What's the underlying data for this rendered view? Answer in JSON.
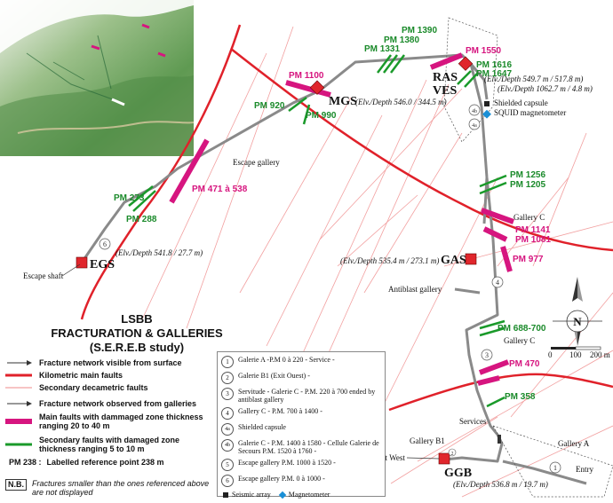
{
  "title": [
    "LSBB",
    "FRACTURATION & GALLERIES",
    "(S.E.R.E.B study)"
  ],
  "sites": {
    "mgs": {
      "name": "MGS",
      "elv": "(Elv./Depth 546.0 / 344.5 m)"
    },
    "rasves": {
      "name1": "RAS",
      "name2": "VES",
      "elv1": "(Elv./Depth 549.7 m / 517.8 m)",
      "elv2": "(Elv./Depth 1062.7 m / 4.8 m)"
    },
    "egs": {
      "name": "EGS",
      "elv": "(Elv./Depth 541.8 / 27.7 m)"
    },
    "gas": {
      "name": "GAS",
      "elv": "(Elv./Depth 535.4 m / 273.1 m)"
    },
    "ggb": {
      "name": "GGB",
      "elv": "(Elv./Depth 536.8 m / 19.7 m)"
    }
  },
  "pm_main": {
    "pm1100": "PM 1100",
    "pm1550": "PM 1550",
    "pm471": "PM 471 à 538",
    "pm1141": "PM 1141",
    "pm1081": "PM 1081",
    "pm977": "PM 977",
    "pm470": "PM 470"
  },
  "pm_secondary": {
    "pm1390": "PM 1390",
    "pm1380": "PM 1380",
    "pm1331": "PM 1331",
    "pm1616": "PM 1616",
    "pm1647": "PM 1647",
    "pm920": "PM 920",
    "pm990": "PM 990",
    "pm273": "PM 273",
    "pm288": "PM 288",
    "pm1256": "PM 1256",
    "pm1205": "PM 1205",
    "pm688": "PM 688-700",
    "pm358": "PM 358"
  },
  "map_labels": {
    "escape_gallery": "Escape gallery",
    "escape_shaft": "Escape shaft",
    "gallery_c1": "Gallery C",
    "gallery_c2": "Gallery C",
    "antiblast": "Antiblast gallery",
    "services": "Services",
    "gallery_b1": "Gallery B1",
    "gallery_a": "Gallery A",
    "exit_west": "Exit West",
    "entry": "Entry",
    "shielded": "Shielded capsule",
    "squid": "SQUID magnetometer",
    "north": "N"
  },
  "circle_nums": {
    "n1": "1",
    "n2": "2",
    "n3": "3",
    "n4": "4",
    "n4a": "4a",
    "n4b": "4b",
    "n5": "5",
    "n6": "6"
  },
  "scale": {
    "s0": "0",
    "s100": "100",
    "s200": "200 m"
  },
  "legend": {
    "surface_header": "Fracture network visible from surface",
    "km_faults": "Kilometric main faults",
    "decametric": "Secondary decametric faults",
    "gallery_header": "Fracture network observed from galleries",
    "main_faults": "Main faults with dammaged zone thickness ranging 20 to 40 m",
    "secondary_faults": "Secondary faults with damaged zone thickness ranging 5 to 10 m",
    "pm_example": "PM 238 :",
    "pm_example_desc": "Labelled reference point 238 m",
    "nb": "N.B.",
    "nb_text": "Fractures smaller than the ones referenced above are not displayed"
  },
  "galleries": [
    {
      "key": "1",
      "text": "Galerie A -P.M 0 à 220 - Service -"
    },
    {
      "key": "2",
      "text": "Galerie B1 (Exit Ouest) -"
    },
    {
      "key": "3",
      "text": "Servitude - Galerie C - P.M. 220 à 700 ended by antiblast gallery"
    },
    {
      "key": "4",
      "text": "Gallery C - P.M. 700 à 1400 -"
    },
    {
      "key": "4a",
      "text": "Shielded capsule"
    },
    {
      "key": "4b",
      "text": "Galerie C - P.M. 1400 à 1580 - Cellule Galerie de Secours P.M. 1520 à 1760 -"
    },
    {
      "key": "5",
      "text": "Escape gallery P.M. 1000 à 1520 -"
    },
    {
      "key": "6",
      "text": "Escape gallery P.M. 0 à 1000 -"
    }
  ],
  "symbols": {
    "seismic": "Seismic array",
    "magneto": "Magnetometer"
  },
  "colors": {
    "main_fault": "#e0212a",
    "secondary": "#f2a0a0",
    "main_gallery_fault": "#d6157f",
    "secondary_gallery_fault": "#1a9a2a",
    "gallery": "#8a8a8a",
    "site": "#e0262c",
    "magnetometer": "#1a8fd6"
  }
}
